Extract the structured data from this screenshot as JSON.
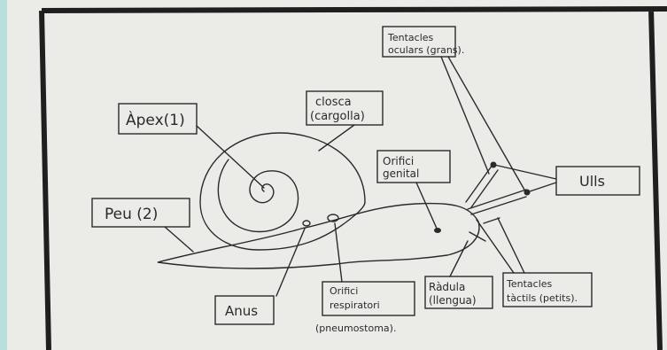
{
  "colors": {
    "background": "#b9dfdc",
    "paper": "#ebebe8",
    "frame": "#1f1f1f",
    "ink": "#2a2a2a"
  },
  "labels": {
    "apex": "Àpex(1)",
    "shell_line1": "closca",
    "shell_line2": "(cargolla)",
    "foot": "Peu (2)",
    "anus": "Anus",
    "genital_line1": "Orifici",
    "genital_line2": "genital",
    "ocular_line1": "Tentacles",
    "ocular_line2": "oculars (grans).",
    "eyes": "Ulls",
    "resp_line1": "Orifici",
    "resp_line2": "respiratori",
    "resp_line3": "(pneumostoma).",
    "radula_line1": "Ràdula",
    "radula_line2": "(llengua)",
    "tactile_line1": "Tentacles",
    "tactile_line2": "tàctils (petits)."
  }
}
